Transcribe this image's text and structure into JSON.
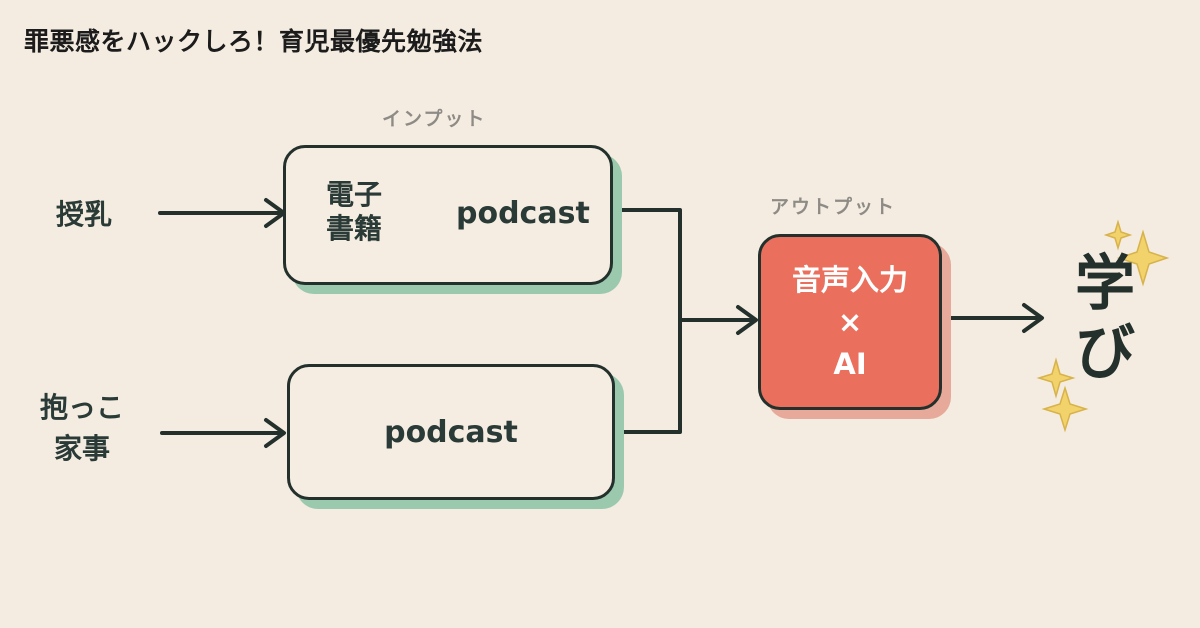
{
  "title": "罪悪感をハックしろ！育児最優先勉強法",
  "labels": {
    "input": "インプット",
    "output": "アウトプット"
  },
  "sources": {
    "top": "授乳",
    "bottom_line1": "抱っこ",
    "bottom_line2": "家事"
  },
  "input_top": {
    "ebook_line1": "電子",
    "ebook_line2": "書籍",
    "podcast": "podcast"
  },
  "input_bottom": {
    "podcast": "podcast"
  },
  "output_box": {
    "line1": "音声入力",
    "line2": "×",
    "line3": "AI"
  },
  "result": {
    "line1": "学",
    "line2": "び"
  },
  "colors": {
    "background": "#f4ece1",
    "box_border": "#23302c",
    "green_shadow": "#9bc9ae",
    "ai_fill": "#ea6f5d",
    "sparkle": "#f2d26b",
    "label_gray": "#8e8b86"
  },
  "icons": [
    "arrow-icon",
    "sparkle-icon"
  ]
}
